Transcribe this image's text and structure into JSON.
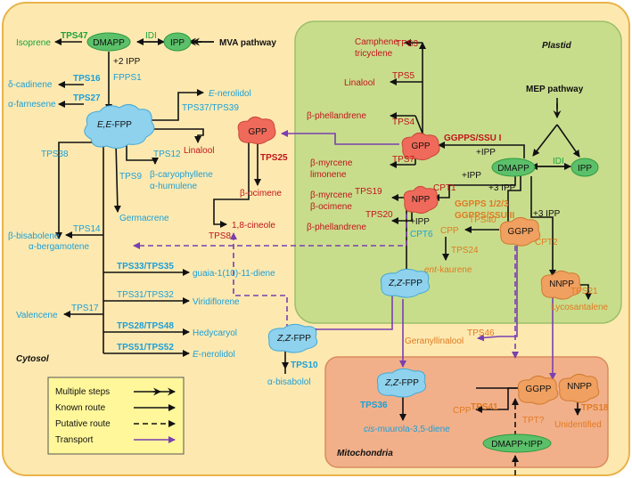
{
  "compartments": {
    "cytosol": "Cytosol",
    "plastid": "Plastid",
    "mitochondria": "Mitochondria"
  },
  "pathways": {
    "mva": "MVA pathway",
    "mep": "MEP pathway"
  },
  "nodes": {
    "dmapp_cyt": "DMAPP",
    "ipp_cyt": "IPP",
    "ee_fpp_prefix": "E,E",
    "ee_fpp_suffix": "-FPP",
    "gpp_cyt": "GPP",
    "gpp_pl": "GPP",
    "dmapp_pl": "DMAPP",
    "ipp_pl": "IPP",
    "npp_pl": "NPP",
    "zz_fpp_pl_prefix": "Z,Z",
    "zz_fpp_pl_suffix": "-FPP",
    "ggpp_pl": "GGPP",
    "nnpp_pl": "NNPP",
    "zz_fpp_cyt_prefix": "Z,Z",
    "zz_fpp_cyt_suffix": "-FPP",
    "zz_fpp_mt_prefix": "Z,Z",
    "zz_fpp_mt_suffix": "-FPP",
    "ggpp_mt": "GGPP",
    "nnpp_mt": "NNPP",
    "dmapp_ipp_mt": "DMAPP+IPP"
  },
  "enzymes": {
    "tps47": "TPS47",
    "idi_cyt": "IDI",
    "plus2ipp": "+2 IPP",
    "fpps1": "FPPS1",
    "tps16": "TPS16",
    "tps27": "TPS27",
    "tps37_39": "TPS37/TPS39",
    "tps12": "TPS12",
    "tps9": "TPS9",
    "tps38": "TPS38",
    "tps25": "TPS25",
    "tps8": "TPS8",
    "tps14": "TPS14",
    "tps33_35": "TPS33/TPS35",
    "tps31_32": "TPS31/TPS32",
    "tps17": "TPS17",
    "tps28_48": "TPS28/TPS48",
    "tps51_52": "TPS51/TPS52",
    "tps10": "TPS10",
    "tps3": "TPS3",
    "tps5": "TPS5",
    "tps4": "TPS4",
    "tps7": "TPS7",
    "ggpps_ssu1": "GGPPS/SSU I",
    "plus_ipp_a": "+IPP",
    "idi_pl": "IDI",
    "tps19": "TPS19",
    "cpt1": "CPT1",
    "plus_ipp_b": "+IPP",
    "plus3ipp_a": "+3 IPP",
    "ggpps123": "GGPPS 1/2/3",
    "ggpps_ssu2": "GGPPS/SSU II",
    "tps20": "TPS20",
    "plus_ipp_c": "+IPP",
    "cpt6": "CPT6",
    "tps40": "TPS40",
    "tps24": "TPS24",
    "plus3ipp_b": "+3 IPP",
    "cpt2": "CPT2",
    "tps21": "TPS21",
    "tps46": "TPS46",
    "tps36": "TPS36",
    "tps41": "TPS41",
    "tpt": "TPT?",
    "tps18": "TPS18"
  },
  "products": {
    "isoprene": "Isoprene",
    "d_cadinene": "δ-cadinene",
    "a_farnesene": "α-farnesene",
    "e_nerolidol_a_prefix": "E",
    "e_nerolidol_a_suffix": "-nerolidol",
    "linalool_cyt": "Linalool",
    "b_ocimene_cyt": "β-ocimene",
    "b_caryophyllene": "β-caryophyllene",
    "a_humulene": "α-humulene",
    "germacrene": "Germacrene",
    "a_bergamotene": "α-bergamotene",
    "cineole": "1,8-cineole",
    "b_bisabolene": "β-bisabolene",
    "guaia": "guaia-1(10)-11-diene",
    "viridiflorene": "Viridiflorene",
    "valencene": "Valencene",
    "hedycaryol": "Hedycaryol",
    "e_nerolidol_b_prefix": "E",
    "e_nerolidol_b_suffix": "-nerolidol",
    "a_bisabolol": "α-bisabolol",
    "camphene": "Camphene",
    "tricyclene": "tricyclene",
    "linalool_pl": "Linalool",
    "b_phellandrene_a": "β-phellandrene",
    "b_myrcene_a": "β-myrcene",
    "limonene": "limonene",
    "b_myrcene_b": "β-myrcene",
    "b_ocimene_pl": "β-ocimene",
    "b_phellandrene_b": "β-phellandrene",
    "cpp": "CPP",
    "ent_kaurene_prefix": "ent",
    "ent_kaurene_suffix": "-kaurene",
    "lycosantalene": "Lycosantalene",
    "geranyllinalool": "Geranyllinalool",
    "cpp_mt": "CPP",
    "cis_muurola_prefix": "cis",
    "cis_muurola_suffix": "-muurola-3,5-diene",
    "unidentified": "Unidentified"
  },
  "legend": {
    "multiple": "Multiple steps",
    "known": "Known route",
    "putative": "Putative route",
    "transport": "Transport"
  },
  "colors": {
    "cytosol_bg": "#fde9b0",
    "plastid_bg": "#c8dd8c",
    "mito_bg": "#f2b08a",
    "green": "#1aa33a",
    "blue": "#1b9fd8",
    "red": "#c0141a",
    "orange": "#e07a22",
    "purple": "#7a3fb0",
    "legend_bg": "#fff79a"
  }
}
